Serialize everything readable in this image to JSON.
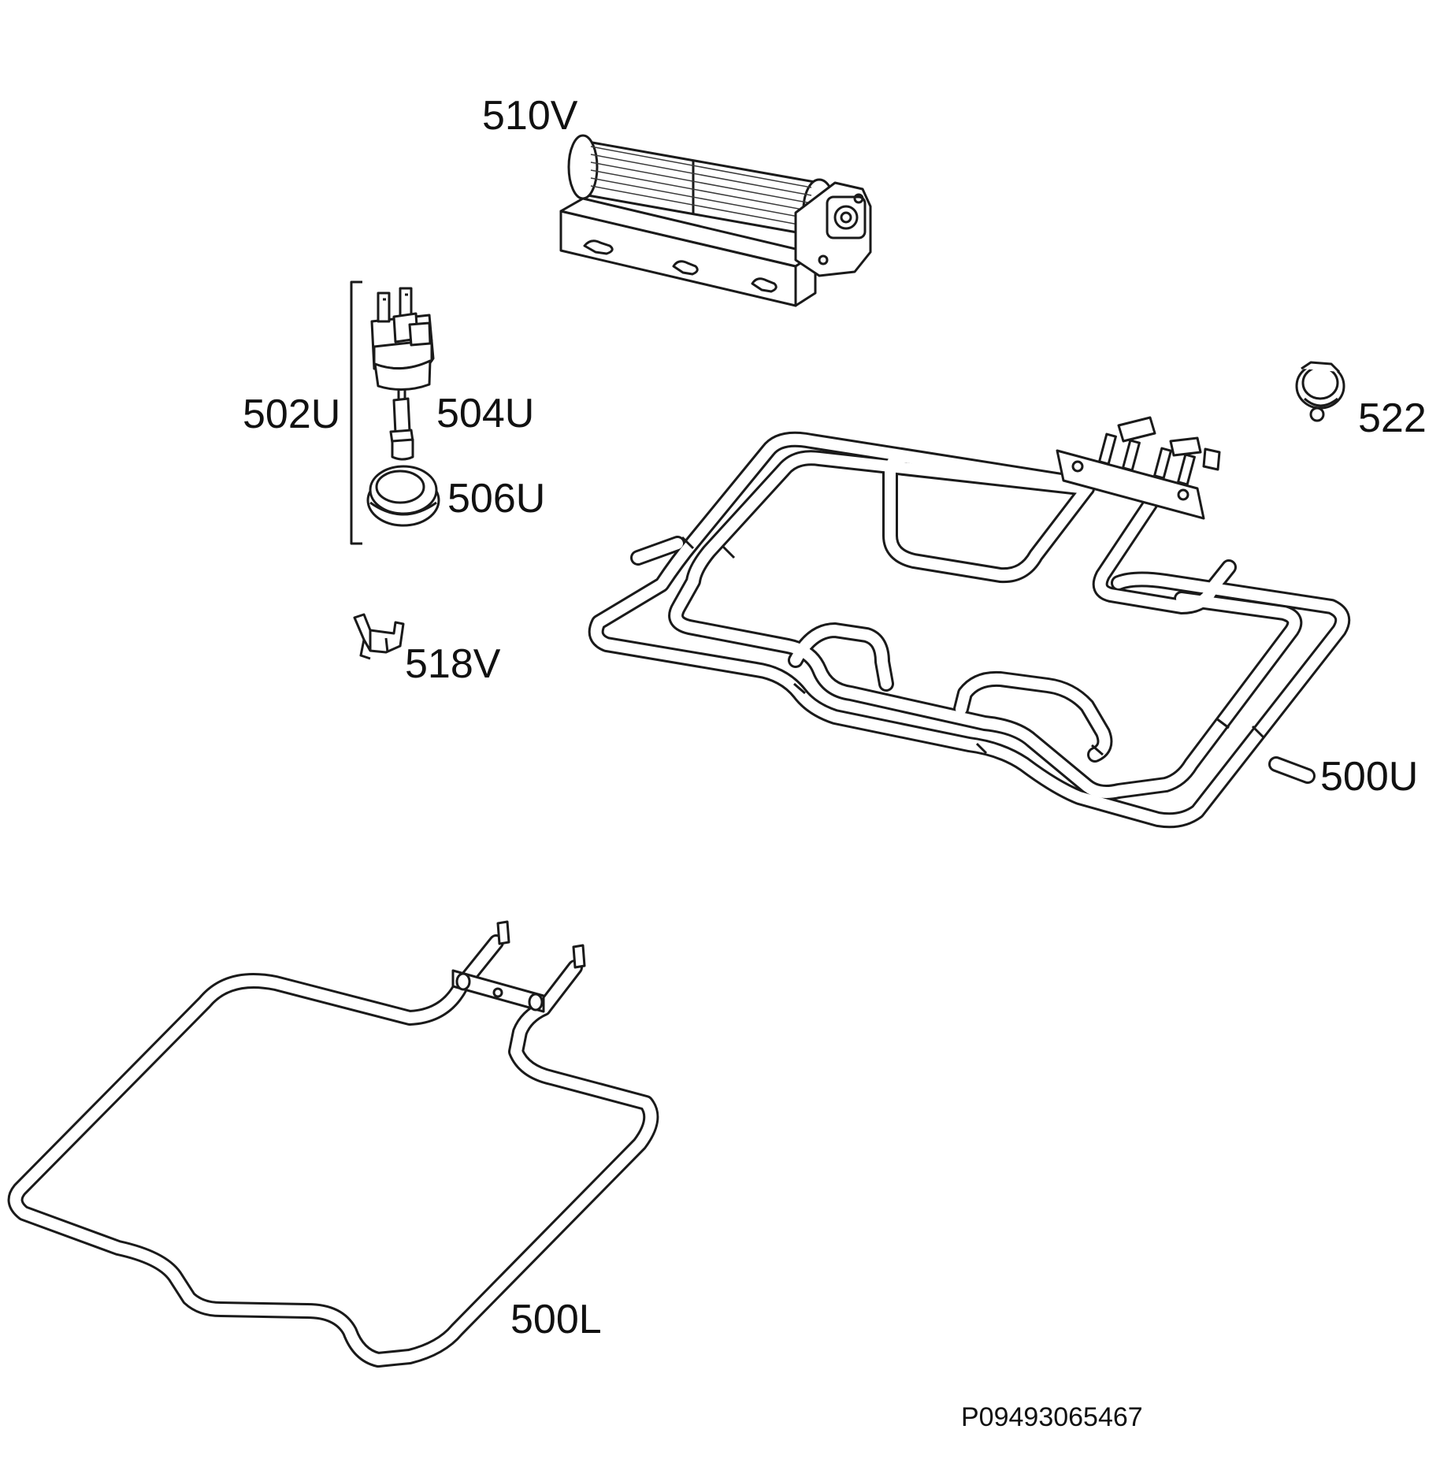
{
  "parts": [
    {
      "id": "fan",
      "label": "510V"
    },
    {
      "id": "lamp-group",
      "label": "502U"
    },
    {
      "id": "lamp-bulb",
      "label": "504U"
    },
    {
      "id": "lamp-cover",
      "label": "506U"
    },
    {
      "id": "clip",
      "label": "518V"
    },
    {
      "id": "nut",
      "label": "522"
    },
    {
      "id": "top-element",
      "label": "500U"
    },
    {
      "id": "bottom-element",
      "label": "500L"
    }
  ],
  "drawing_number": "P09493065467",
  "colors": {
    "line": "#1a1a1a",
    "background": "#ffffff"
  }
}
